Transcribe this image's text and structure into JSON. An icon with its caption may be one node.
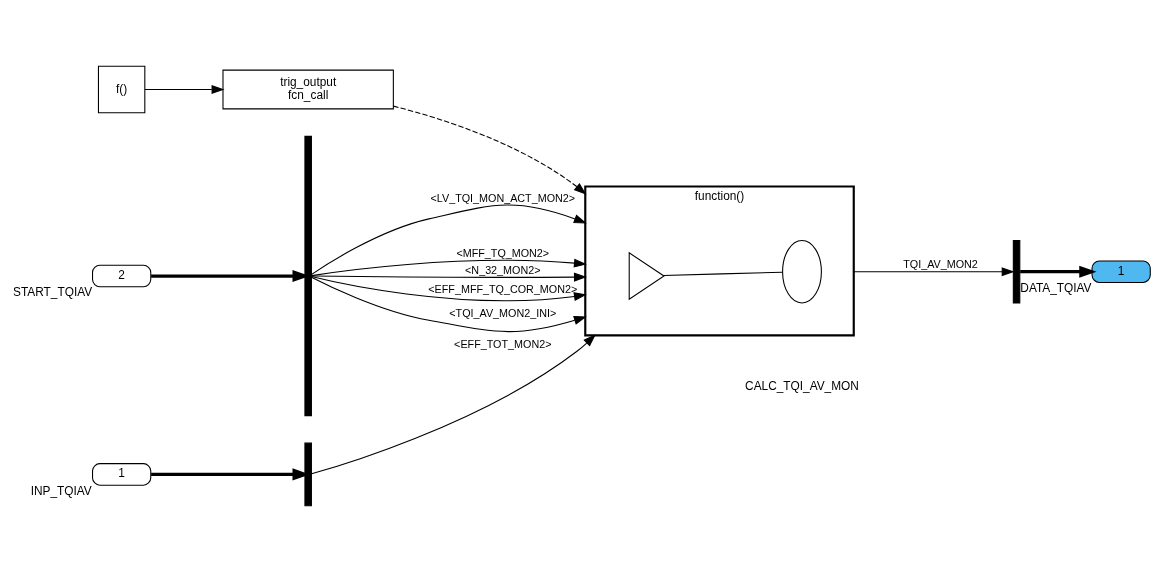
{
  "diagram": {
    "nodes": [
      {
        "text": [
          "f()"
        ]
      },
      {
        "text": [
          "trig_output",
          "fcn_call"
        ]
      },
      {
        "text": [
          "function()"
        ],
        "beside": [
          "CALC_TQI_AV_MON"
        ]
      },
      {
        "text": [],
        "shape": "triangle",
        "in": 2
      },
      {
        "text": [],
        "shape": "ellipse",
        "in": 2
      },
      {
        "text": [],
        "shape": "bar"
      },
      {
        "text": [
          "2"
        ],
        "beside": [
          "START_TQIAV"
        ]
      },
      {
        "text": [
          "1"
        ],
        "beside": [
          "INP_TQIAV"
        ]
      },
      {
        "text": [],
        "shape": "bar"
      },
      {
        "text": [],
        "shape": "bar"
      },
      {
        "text": [
          "1"
        ],
        "beside": [
          "DATA_TQIAV"
        ]
      }
    ],
    "edges": [
      {
        "from": 0,
        "to": 1,
        "arrow": "to"
      },
      {
        "from": 1,
        "to": 2,
        "arrow": "to",
        "style": "dashed"
      },
      {
        "from": 6,
        "to": 5,
        "arrow": "to",
        "style": "thick"
      },
      {
        "from": 5,
        "to": 2,
        "arrow": "to",
        "label": "<LV_TQI_MON_ACT_MON2>"
      },
      {
        "from": 5,
        "to": 2,
        "arrow": "to",
        "label": "<MFF_TQ_MON2>"
      },
      {
        "from": 5,
        "to": 2,
        "arrow": "to",
        "label": "<N_32_MON2>"
      },
      {
        "from": 5,
        "to": 2,
        "arrow": "to",
        "label": "<EFF_MFF_TQ_COR_MON2>"
      },
      {
        "from": 5,
        "to": 2,
        "arrow": "to",
        "label": "<TQI_AV_MON2_INI>"
      },
      {
        "from": 7,
        "to": 8,
        "arrow": "to",
        "style": "thick"
      },
      {
        "from": 8,
        "to": 2,
        "arrow": "to",
        "label": "<EFF_TOT_MON2>"
      },
      {
        "from": 3,
        "to": 4,
        "arrow": "none"
      },
      {
        "from": 2,
        "to": 9,
        "arrow": "to",
        "label": "TQI_AV_MON2"
      },
      {
        "from": 9,
        "to": 10,
        "arrow": "to",
        "style": "thick"
      }
    ]
  }
}
